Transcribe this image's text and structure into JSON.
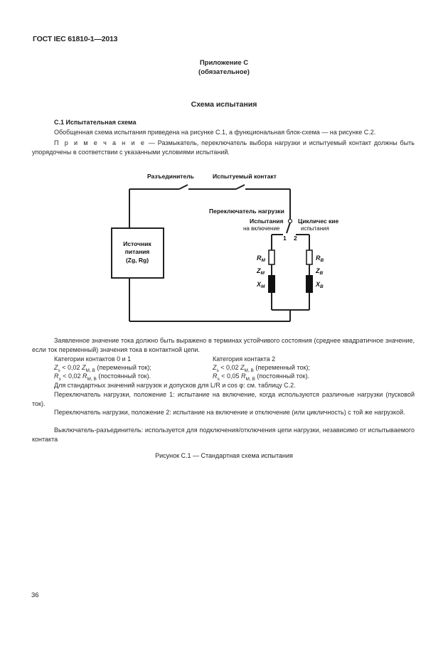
{
  "header": {
    "standard_code": "ГОСТ IEC 61810-1—2013"
  },
  "annex": {
    "title": "Приложение С",
    "status": "(обязательное)"
  },
  "section": {
    "title": "Схема испытания"
  },
  "subsection": {
    "title": "С.1 Испытательная схема"
  },
  "intro": {
    "para1": "Обобщенная схема испытания приведена на рисунке С.1, а функциональная блок-схема — на рисунке С.2.",
    "note_label": "П р и м е ч а н и е",
    "note_text": " — Размыкатель, переключатель выбора нагрузки и испытуемый контакт должны быть упорядочены в соответствии с указанными условиями испытаний."
  },
  "diagram": {
    "disconnector": "Разъединитель",
    "test_contact": "Испытуемый контакт",
    "load_switch": "Переключатель нагрузки",
    "make_test_1": "Испытания",
    "make_test_2": "на включение",
    "cyclic_1": "Цикличес кие",
    "cyclic_2": "испытания",
    "pos1": "1",
    "pos2": "2",
    "source_1": "Источник",
    "source_2": "питания",
    "source_3": "(Zg, Rg)",
    "rm": "R",
    "rm_sub": "M",
    "zm": "Z",
    "zm_sub": "M",
    "xm": "X",
    "xm_sub": "M",
    "rb": "R",
    "rb_sub": "B",
    "zb": "Z",
    "zb_sub": "B",
    "xb": "X",
    "xb_sub": "B"
  },
  "body": {
    "rated_current": "Заявленное значение тока должно быть выражено в терминах устойчивого состояния (среднее квадратичное значение, если ток переменный) значения тока в контактной цепи.",
    "cat_left": "Категории контактов 0 и 1",
    "cat_right": "Категория контакта 2",
    "l1a": "Z",
    "l1b": "s",
    "l1c": " < 0,02 ",
    "l1d": "Z",
    "l1e": "M, B",
    "l1f": " (переменный ток);",
    "l2a": "R",
    "l2b": "s",
    "l2c": " < 0,02 ",
    "l2d": "R",
    "l2e": "M, B",
    "l2f": " (постоянный ток).",
    "r1a": "Z",
    "r1b": "s",
    "r1c": " < 0,02 ",
    "r1d": "Z",
    "r1e": "M, B",
    "r1f": " (переменный ток);",
    "r2a": "R",
    "r2b": "s",
    "r2c": " < 0,05 ",
    "r2d": "R",
    "r2e": "M, B",
    "r2f": " (постоянный ток).",
    "standard_loads": "Для стандартных значений нагрузок и допусков для L/R и cos φ: см. таблицу С.2.",
    "pos1_text": "Переключатель нагрузки, положение 1: испытание на включение, когда используются различные нагрузки (пусковой ток).",
    "pos2_text": "Переключатель нагрузки, положение 2: испытание на включение и отключение (или цикличность) с той же нагрузкой.",
    "disconnector_text": "Выключатель-разъединитель: используется для подключения/отключения цепи нагрузки, независимо от испытываемого контакта"
  },
  "figure": {
    "caption": "Рисунок С.1 — Стандартная схема испытания"
  },
  "footer": {
    "page_number": "36"
  }
}
